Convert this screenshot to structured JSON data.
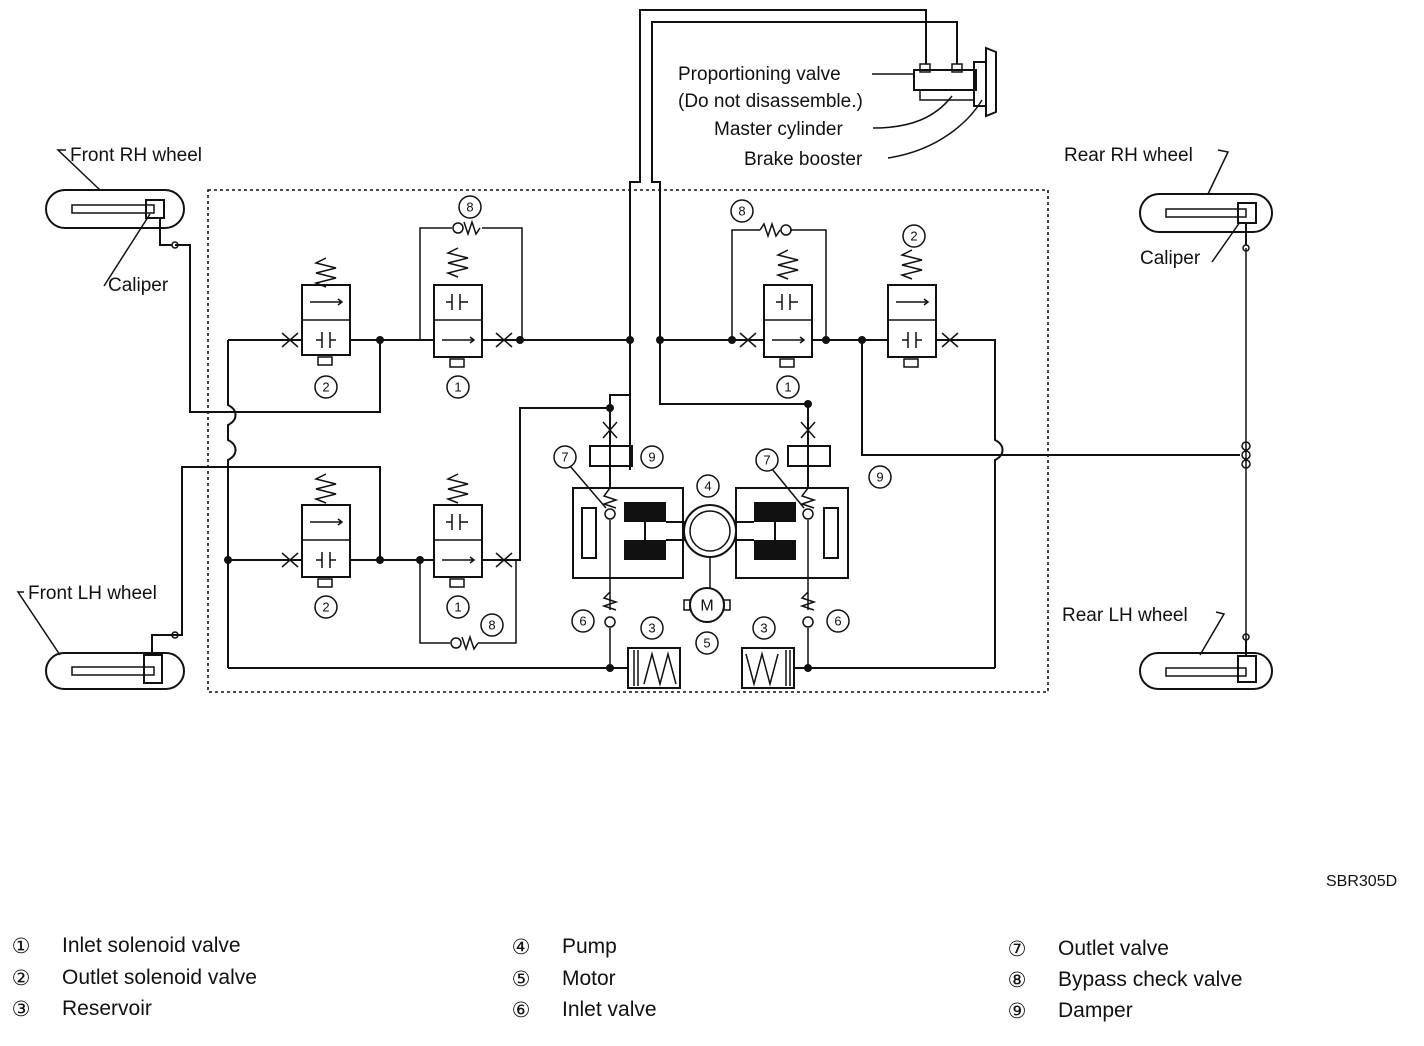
{
  "labels": {
    "front_rh": "Front RH wheel",
    "front_lh": "Front LH wheel",
    "rear_rh": "Rear RH wheel",
    "rear_lh": "Rear LH wheel",
    "caliper_front": "Caliper",
    "caliper_rear": "Caliper",
    "proportioning_1": "Proportioning valve",
    "proportioning_2": "(Do not disassemble.)",
    "master_cylinder": "Master cylinder",
    "brake_booster": "Brake booster",
    "motor_symbol": "M",
    "code": "SBR305D"
  },
  "markers": {
    "n1": "1",
    "n2": "2",
    "n3": "3",
    "n4": "4",
    "n5": "5",
    "n6": "6",
    "n7": "7",
    "n8": "8",
    "n9": "9"
  },
  "legend": [
    {
      "symbol": "①",
      "text": "Inlet solenoid valve"
    },
    {
      "symbol": "②",
      "text": "Outlet solenoid valve"
    },
    {
      "symbol": "③",
      "text": "Reservoir"
    },
    {
      "symbol": "④",
      "text": "Pump"
    },
    {
      "symbol": "⑤",
      "text": "Motor"
    },
    {
      "symbol": "⑥",
      "text": "Inlet valve"
    },
    {
      "symbol": "⑦",
      "text": "Outlet valve"
    },
    {
      "symbol": "⑧",
      "text": "Bypass check valve"
    },
    {
      "symbol": "⑨",
      "text": "Damper"
    }
  ]
}
